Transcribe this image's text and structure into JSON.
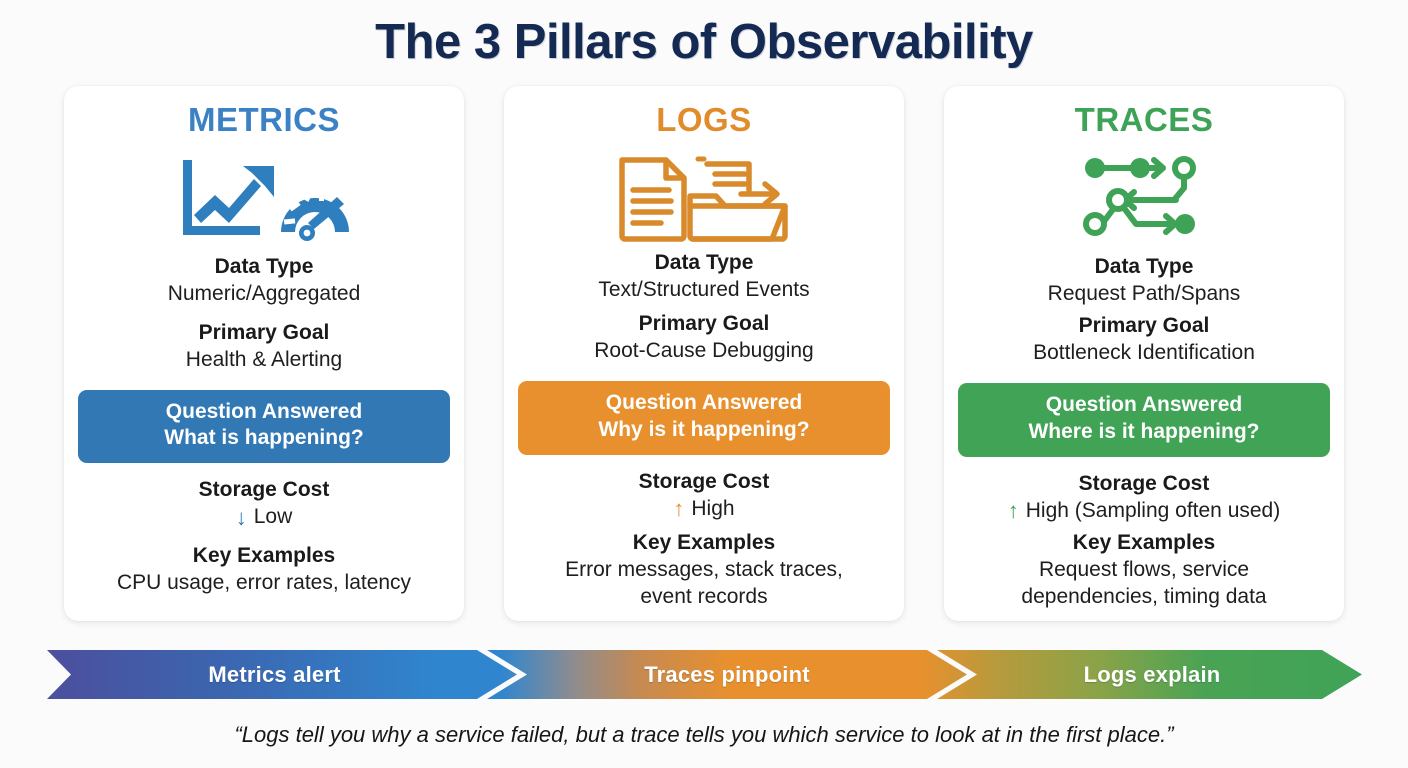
{
  "title": "The 3 Pillars of Observability",
  "colors": {
    "title": "#152a52",
    "metrics": "#3b82c4",
    "logs": "#e08c2c",
    "traces": "#3fa357",
    "metrics_pill": "#3178b5",
    "logs_pill": "#e8902e",
    "traces_pill": "#41a356",
    "background": "#fbfbfb",
    "card": "#ffffff",
    "banner_start": "#4c4f9e",
    "banner_blue": "#2f86cf",
    "banner_orange": "#e8902e",
    "banner_green": "#3fa357"
  },
  "labels": {
    "data_type": "Data Type",
    "primary_goal": "Primary Goal",
    "question_answered": "Question Answered",
    "storage_cost": "Storage Cost",
    "key_examples": "Key Examples"
  },
  "cards": [
    {
      "id": "metrics",
      "title": "METRICS",
      "icon": "line-chart-gauge-icon",
      "data_type": "Numeric/Aggregated",
      "primary_goal": "Health & Alerting",
      "question_answered": "Question Answered",
      "question": "What is happening?",
      "storage_cost_arrow": "↓",
      "storage_cost_value": "Low",
      "key_examples": "CPU usage, error rates, latency"
    },
    {
      "id": "logs",
      "title": "LOGS",
      "icon": "document-folder-icon",
      "data_type": "Text/Structured Events",
      "primary_goal": "Root-Cause Debugging",
      "question_answered": "Question Answered",
      "question": "Why is it happening?",
      "storage_cost_arrow": "↑",
      "storage_cost_value": "High",
      "key_examples": "Error messages, stack traces, event records"
    },
    {
      "id": "traces",
      "title": "TRACES",
      "icon": "node-graph-trace-icon",
      "data_type": "Request Path/Spans",
      "primary_goal": "Bottleneck Identification",
      "question_answered": "Question Answered",
      "question": "Where is it happening?",
      "storage_cost_arrow": "↑",
      "storage_cost_value": "High (Sampling often used)",
      "key_examples": "Request flows, service dependencies, timing data"
    }
  ],
  "banner": {
    "segments": [
      {
        "label": "Metrics alert"
      },
      {
        "label": "Traces pinpoint"
      },
      {
        "label": "Logs explain"
      }
    ]
  },
  "quote": "“Logs tell you why a service failed, but a trace tells you which service to look at in the first place.”"
}
